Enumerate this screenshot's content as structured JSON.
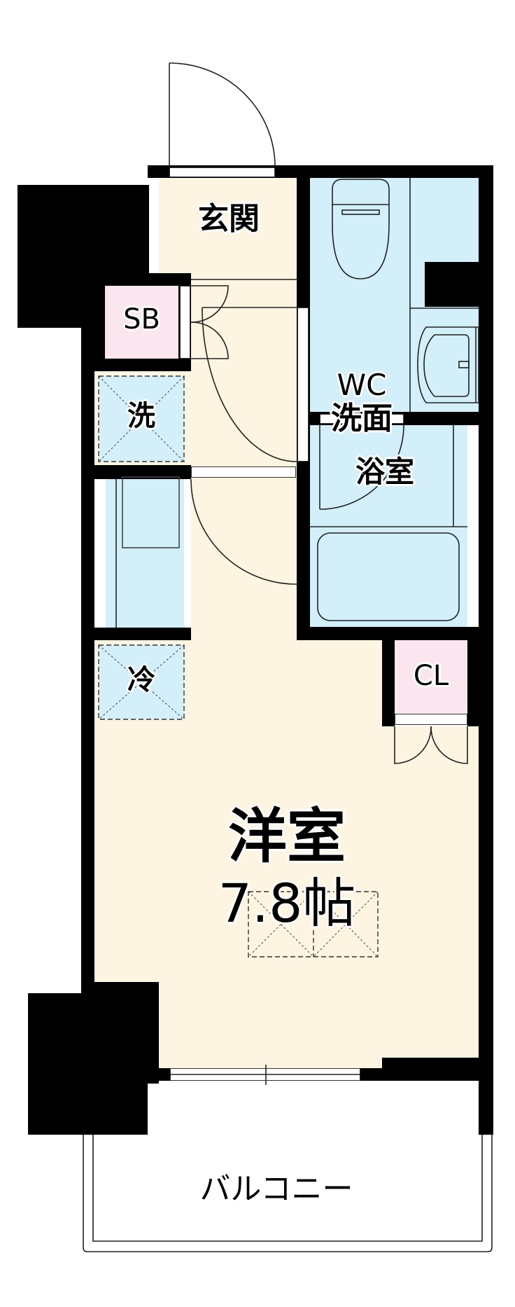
{
  "floorplan": {
    "rooms": {
      "entrance": {
        "label": "玄関"
      },
      "shoe_box": {
        "label": "SB"
      },
      "washer": {
        "label": "洗"
      },
      "wc_washroom": {
        "label_line1": "WC",
        "label_line2": "洗面"
      },
      "bathroom": {
        "label": "浴室"
      },
      "fridge": {
        "label": "冷"
      },
      "closet": {
        "label": "CL"
      },
      "western_room": {
        "label": "洋室",
        "size": "7.8帖"
      },
      "balcony": {
        "label": "バルコニー"
      }
    },
    "colors": {
      "wall": "#000000",
      "living_floor": "#fdf5e2",
      "wet_area": "#d2effa",
      "storage": "#fbe6ef"
    }
  }
}
